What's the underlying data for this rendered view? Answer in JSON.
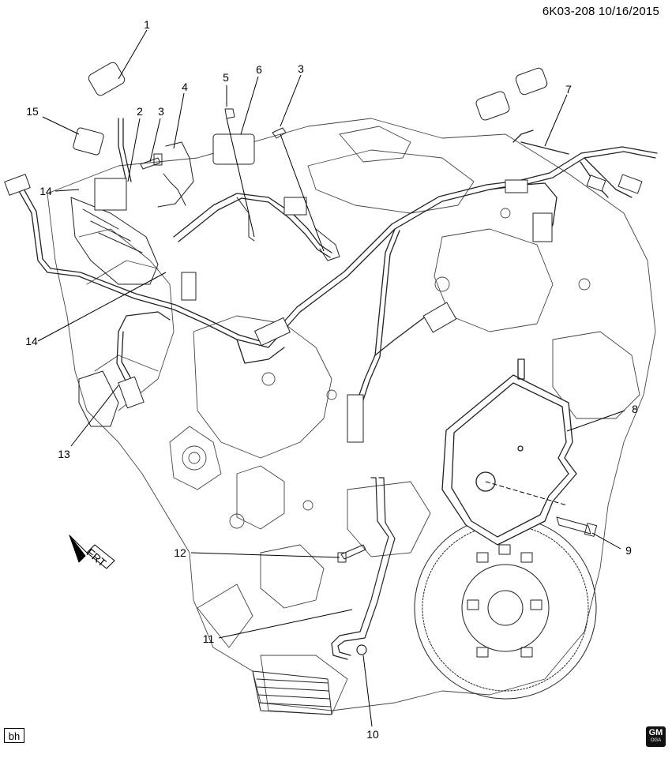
{
  "header": {
    "code": "6K03-208 10/16/2015"
  },
  "callouts": [
    {
      "id": "c1",
      "label": "1"
    },
    {
      "id": "c2",
      "label": "2"
    },
    {
      "id": "c3a",
      "label": "3"
    },
    {
      "id": "c3b",
      "label": "3"
    },
    {
      "id": "c4",
      "label": "4"
    },
    {
      "id": "c5",
      "label": "5"
    },
    {
      "id": "c6",
      "label": "6"
    },
    {
      "id": "c7",
      "label": "7"
    },
    {
      "id": "c8",
      "label": "8"
    },
    {
      "id": "c9",
      "label": "9"
    },
    {
      "id": "c10",
      "label": "10"
    },
    {
      "id": "c11",
      "label": "11"
    },
    {
      "id": "c12",
      "label": "12"
    },
    {
      "id": "c13",
      "label": "13"
    },
    {
      "id": "c14a",
      "label": "14"
    },
    {
      "id": "c14b",
      "label": "14"
    },
    {
      "id": "c15",
      "label": "15"
    }
  ],
  "front_arrow": {
    "label": "FRT"
  },
  "footer": {
    "artist_tag": "bh",
    "logo_text": "GM",
    "logo_subtext": "OGA"
  }
}
